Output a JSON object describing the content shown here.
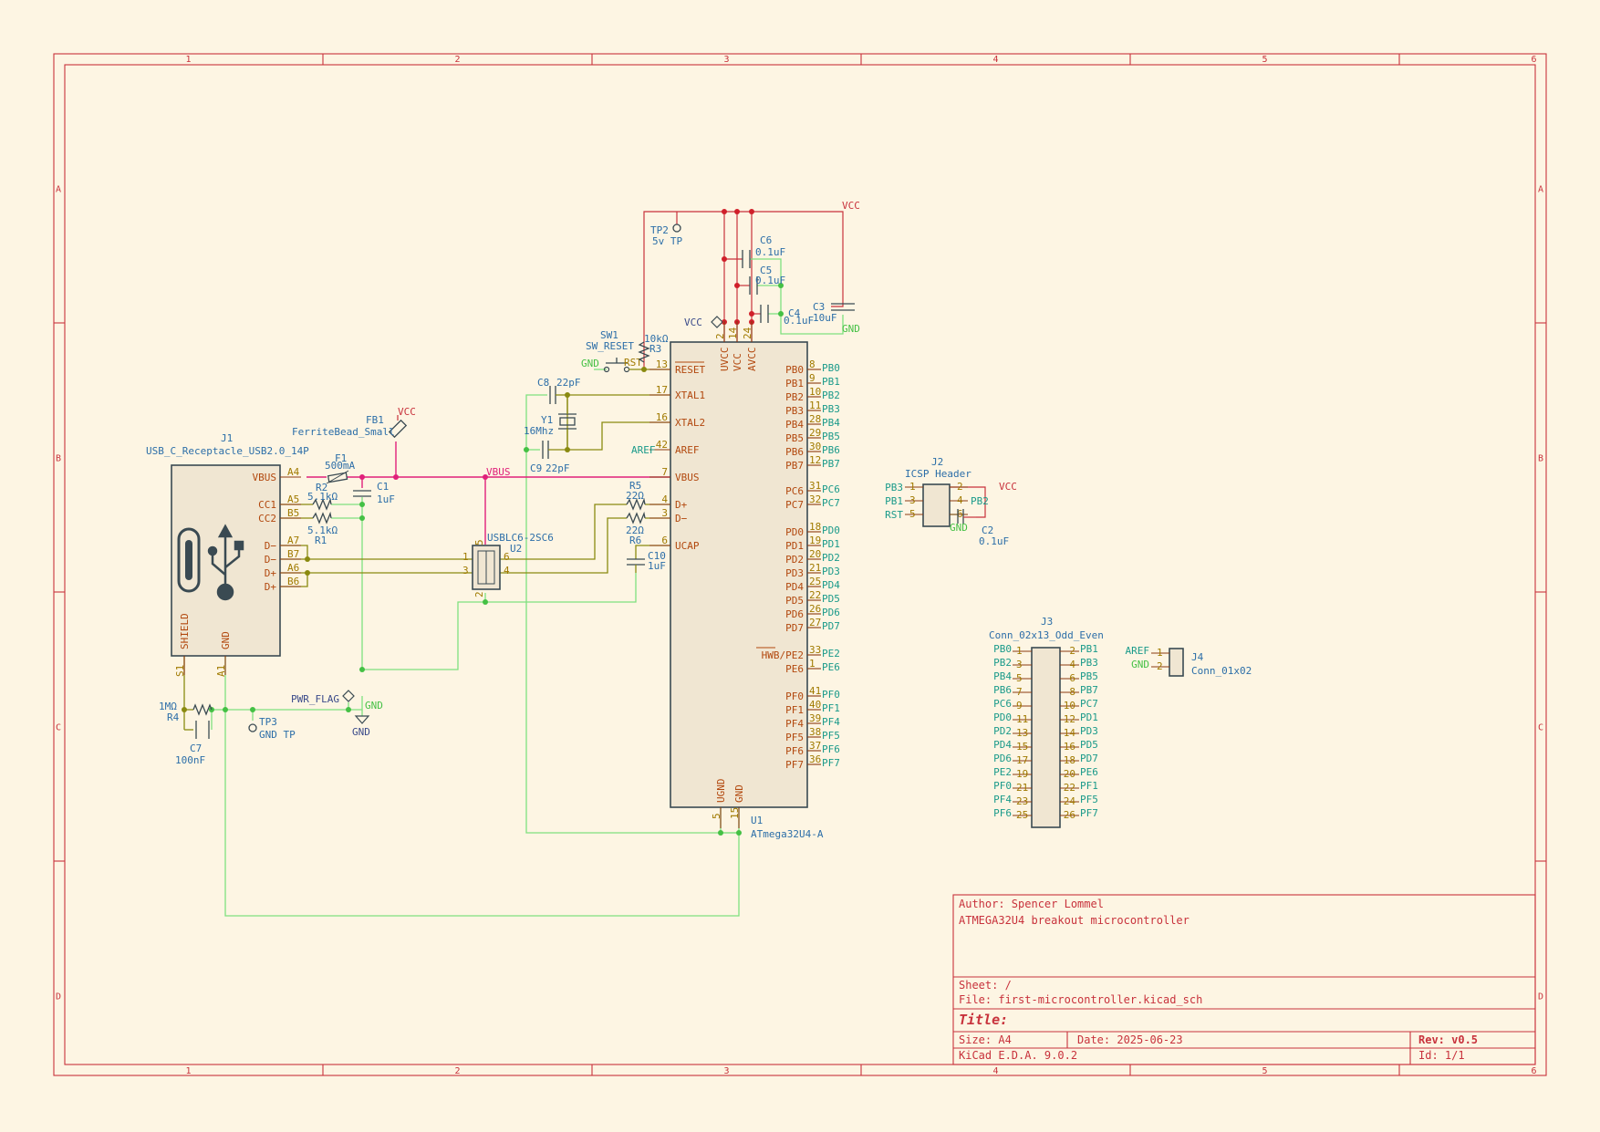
{
  "grid": {
    "cols": [
      "1",
      "2",
      "3",
      "4",
      "5",
      "6"
    ],
    "rows": [
      "A",
      "B",
      "C",
      "D"
    ]
  },
  "title_block": {
    "author": "Author: Spencer Lommel",
    "comment": "ATMEGA32U4 breakout microcontroller",
    "sheet": "Sheet: /",
    "file": "File: first-microcontroller.kicad_sch",
    "title": "Title:",
    "size": "Size: A4",
    "date": "Date: 2025-06-23",
    "rev": "Rev: v0.5",
    "tool": "KiCad E.D.A. 9.0.2",
    "id": "Id: 1/1"
  },
  "j1": {
    "ref": "J1",
    "value": "USB_C_Receptacle_USB2.0_14P",
    "pins_left": [
      "VBUS",
      "CC1",
      "CC2",
      "D−",
      "D−",
      "D+",
      "D+"
    ],
    "pin_nums": [
      "A4",
      "A5",
      "B5",
      "A7",
      "B7",
      "A6",
      "B6"
    ],
    "shield": "SHIELD",
    "gnd": "GND",
    "s1": "S1",
    "a1": "A1"
  },
  "u1": {
    "ref": "U1",
    "value": "ATmega32U4-A",
    "left_pins": [
      "RESET",
      "XTAL1",
      "XTAL2",
      "AREF",
      "VBUS",
      "D+",
      "D−",
      "UCAP"
    ],
    "left_nums": [
      "13",
      "17",
      "16",
      "42",
      "7",
      "4",
      "3",
      "6"
    ],
    "top_pins": [
      "UVCC",
      "VCC",
      "AVCC"
    ],
    "top_nums": [
      "2",
      "14",
      "24"
    ],
    "bottom_pins": [
      "UGND",
      "GND"
    ],
    "bottom_nums": [
      "5",
      "15"
    ],
    "right_pins": [
      "PB0",
      "PB1",
      "PB2",
      "PB3",
      "PB4",
      "PB5",
      "PB6",
      "PB7",
      "PC6",
      "PC7",
      "PD0",
      "PD1",
      "PD2",
      "PD3",
      "PD4",
      "PD5",
      "PD6",
      "PD7",
      "HWB/PE2",
      "PE6",
      "PF0",
      "PF1",
      "PF4",
      "PF5",
      "PF6",
      "PF7"
    ],
    "right_nums": [
      "8",
      "9",
      "10",
      "11",
      "28",
      "29",
      "30",
      "12",
      "31",
      "32",
      "18",
      "19",
      "20",
      "21",
      "25",
      "22",
      "26",
      "27",
      "33",
      "1",
      "41",
      "40",
      "39",
      "38",
      "37",
      "36"
    ],
    "right_nets": [
      "PB0",
      "PB1",
      "PB2",
      "PB3",
      "PB4",
      "PB5",
      "PB6",
      "PB7",
      "PC6",
      "PC7",
      "PD0",
      "PD1",
      "PD2",
      "PD3",
      "PD4",
      "PD5",
      "PD6",
      "PD7",
      "PE2",
      "PE6",
      "PF0",
      "PF1",
      "PF4",
      "PF5",
      "PF6",
      "PF7"
    ],
    "aref_net": "AREF"
  },
  "parts": {
    "f1": {
      "ref": "F1",
      "value": "500mA"
    },
    "c1": {
      "ref": "C1",
      "value": "1uF"
    },
    "r2": {
      "ref": "R2",
      "value": "5.1kΩ"
    },
    "r1": {
      "ref": "R1",
      "value": "5.1kΩ"
    },
    "fb1": {
      "ref": "FB1",
      "value": "FerriteBead_Small"
    },
    "u2": {
      "ref": "U2",
      "value": "USBLC6-2SC6"
    },
    "r5": {
      "ref": "R5",
      "value": "22Ω"
    },
    "r6": {
      "ref": "R6",
      "value": "22Ω"
    },
    "c10": {
      "ref": "C10",
      "value": "1uF"
    },
    "c8": {
      "ref": "C8",
      "value": "22pF"
    },
    "c9": {
      "ref": "C9",
      "value": "22pF"
    },
    "y1": {
      "ref": "Y1",
      "value": "16Mhz"
    },
    "sw1": {
      "ref": "SW1",
      "value": "SW_RESET"
    },
    "r3": {
      "ref": "R3",
      "value": "10kΩ"
    },
    "tp2": {
      "ref": "TP2",
      "value": "5v TP"
    },
    "c6": {
      "ref": "C6",
      "value": "0.1uF"
    },
    "c5": {
      "ref": "C5",
      "value": "0.1uF"
    },
    "c4": {
      "ref": "C4",
      "value": "0.1uF"
    },
    "c3": {
      "ref": "C3",
      "value": "10uF"
    },
    "r4": {
      "ref": "R4",
      "value": "1MΩ"
    },
    "c7": {
      "ref": "C7",
      "value": "100nF"
    },
    "tp3": {
      "ref": "TP3",
      "value": "GND TP"
    },
    "j2": {
      "ref": "J2",
      "value": "ICSP Header"
    },
    "c2": {
      "ref": "C2",
      "value": "0.1uF"
    },
    "j3": {
      "ref": "J3",
      "value": "Conn_02x13_Odd_Even"
    },
    "j4": {
      "ref": "J4",
      "value": "Conn_01x02"
    }
  },
  "nets": {
    "vcc": "VCC",
    "gnd": "GND",
    "vbus": "VBUS",
    "rst": "RST",
    "pwr_flag": "PWR_FLAG"
  },
  "j2_pins": {
    "left_nets": [
      "PB3",
      "PB1",
      "RST"
    ],
    "left_nums": [
      "1",
      "3",
      "5"
    ],
    "right_nums": [
      "2",
      "4",
      "6"
    ],
    "right_nets": [
      "VCC",
      "PB2",
      "GND"
    ]
  },
  "j3_pins": {
    "left_nets": [
      "PB0",
      "PB2",
      "PB4",
      "PB6",
      "PC6",
      "PD0",
      "PD2",
      "PD4",
      "PD6",
      "PE2",
      "PF0",
      "PF4",
      "PF6"
    ],
    "left_nums": [
      "1",
      "3",
      "5",
      "7",
      "9",
      "11",
      "13",
      "15",
      "17",
      "19",
      "21",
      "23",
      "25"
    ],
    "right_nums": [
      "2",
      "4",
      "6",
      "8",
      "10",
      "12",
      "14",
      "16",
      "18",
      "20",
      "22",
      "24",
      "26"
    ],
    "right_nets": [
      "PB1",
      "PB3",
      "PB5",
      "PB7",
      "PC7",
      "PD1",
      "PD3",
      "PD5",
      "PD7",
      "PE6",
      "PF1",
      "PF5",
      "PF7"
    ]
  },
  "j4_pins": {
    "nets": [
      "AREF",
      "GND"
    ],
    "nums": [
      "1",
      "2"
    ]
  },
  "u2_pins": [
    "1",
    "3",
    "6",
    "4",
    "5",
    "2"
  ]
}
